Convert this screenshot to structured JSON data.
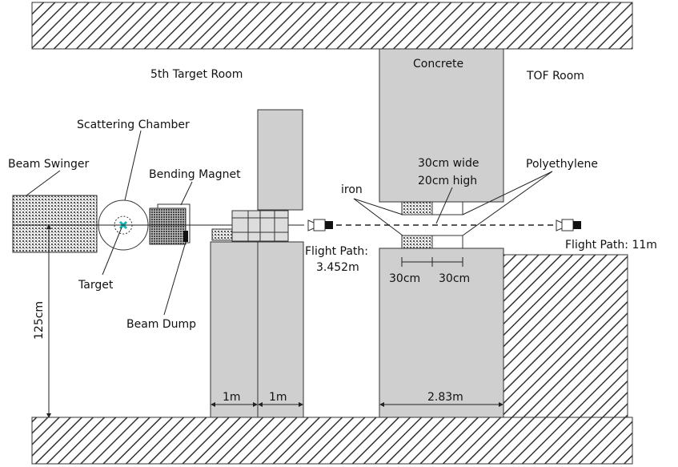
{
  "rooms": {
    "target_room": "5th Target Room",
    "tof_room": "TOF Room"
  },
  "components": {
    "beam_swinger": "Beam Swinger",
    "scattering_chamber": "Scattering Chamber",
    "bending_magnet": "Bending Magnet",
    "target": "Target",
    "beam_dump": "Beam Dump",
    "concrete": "Concrete",
    "iron": "iron",
    "polyethylene": "Polyethylene"
  },
  "shielding_size": {
    "line1": "30cm wide",
    "line2": "20cm high"
  },
  "flight_paths": {
    "near_line1": "Flight Path:",
    "near_line2": "3.452m",
    "far": "Flight Path: 11m"
  },
  "dimensions": {
    "height": "125cm",
    "wall1": "1m",
    "wall2": "1m",
    "wall3": "2.83m",
    "iron_width": "30cm",
    "poly_width": "30cm"
  },
  "colors": {
    "concrete": "#cfcfcf",
    "hatch": "#333333",
    "beam_line": "#222222",
    "target_accent": "#19b3b3"
  }
}
